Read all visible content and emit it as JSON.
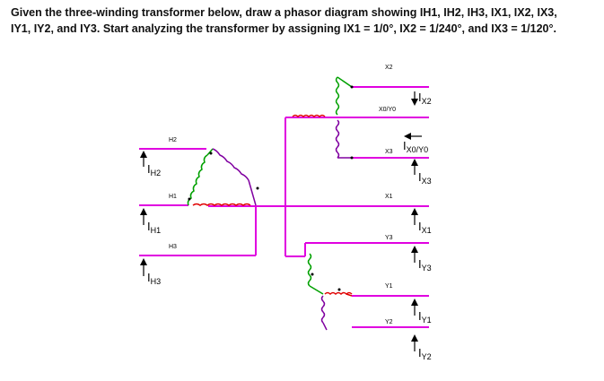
{
  "question": {
    "line1": "Given the three-winding transformer below, draw a phasor diagram showing Iₕ₁, Iₕ₂, Iₕ₃, Iₓ₁, Iₓ₂, Iₓ₃,",
    "line1_plain": "Given the three-winding transformer below, draw a phasor diagram showing IH1, IH2, IH3, IX1, IX2, IX3,",
    "line2": "IY1, IY2, and IY3.  Start analyzing the transformer by assigning IX1 = 1/0°, IX2 = 1/240°, and IX3 = 1/120°."
  },
  "diagram": {
    "wire_labels": {
      "x2": "X2",
      "x0y0_top": "X0/Y0",
      "x3": "X3",
      "x1": "X1",
      "h2": "H2",
      "h1": "H1",
      "h3": "H3",
      "y3": "Y3",
      "y1": "Y1",
      "y2": "Y2"
    },
    "currents": {
      "ix2": {
        "base": "I",
        "sub": "X2"
      },
      "ix0y0": {
        "base": "I",
        "sub": "X0/Y0"
      },
      "ix3": {
        "base": "I",
        "sub": "X3"
      },
      "ix1": {
        "base": "I",
        "sub": "X1"
      },
      "iy3": {
        "base": "I",
        "sub": "Y3"
      },
      "iy1": {
        "base": "I",
        "sub": "Y1"
      },
      "iy2": {
        "base": "I",
        "sub": "Y2"
      },
      "ih2": {
        "base": "I",
        "sub": "H2"
      },
      "ih1": {
        "base": "I",
        "sub": "H1"
      },
      "ih3": {
        "base": "I",
        "sub": "H3"
      }
    },
    "colors": {
      "wire": "#e000e0",
      "phase_green": "#00a000",
      "phase_red": "#e00000",
      "phase_purple": "#8000a0",
      "arrow": "#000000"
    }
  }
}
